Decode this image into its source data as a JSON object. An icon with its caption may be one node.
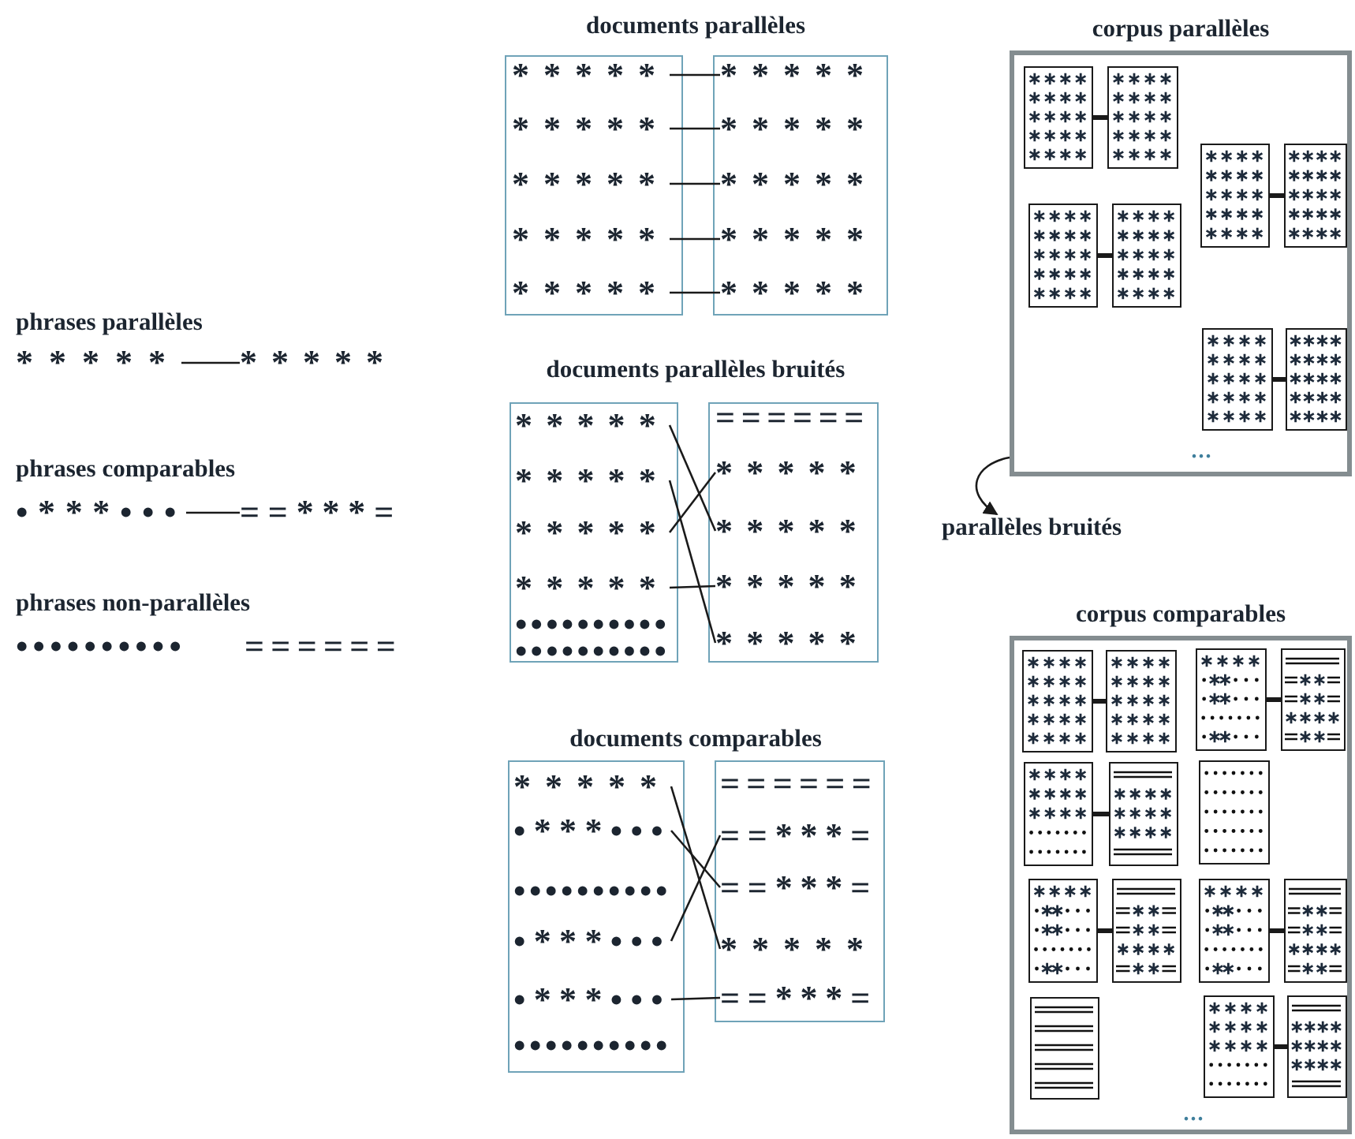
{
  "diagram": {
    "nodes": [
      {
        "text": [
          "*****"
        ]
      },
      {
        "text": [
          "*****"
        ]
      },
      {
        "text": [
          "•***•••"
        ]
      },
      {
        "text": [
          "==***="
        ]
      },
      {
        "text": [
          "••••••••••"
        ]
      },
      {
        "text": [
          "======"
        ]
      },
      {
        "text": [],
        "shape": "box"
      },
      {
        "text": [
          "*****"
        ],
        "in": 6
      },
      {
        "text": [
          "*****"
        ],
        "in": 6
      },
      {
        "text": [
          "*****"
        ],
        "in": 6
      },
      {
        "text": [
          "*****"
        ],
        "in": 6
      },
      {
        "text": [
          "*****"
        ],
        "in": 6
      },
      {
        "text": [],
        "shape": "box"
      },
      {
        "text": [
          "*****"
        ],
        "in": 12
      },
      {
        "text": [
          "*****"
        ],
        "in": 12
      },
      {
        "text": [
          "*****"
        ],
        "in": 12
      },
      {
        "text": [
          "*****"
        ],
        "in": 12
      },
      {
        "text": [
          "*****"
        ],
        "in": 12
      },
      {
        "text": [],
        "shape": "box"
      },
      {
        "text": [
          "*****"
        ],
        "in": 18
      },
      {
        "text": [
          "*****"
        ],
        "in": 18
      },
      {
        "text": [
          "*****"
        ],
        "in": 18
      },
      {
        "text": [
          "*****"
        ],
        "in": 18
      },
      {
        "text": [
          "••••••••••"
        ],
        "in": 18
      },
      {
        "text": [
          "••••••••••"
        ],
        "in": 18
      },
      {
        "text": [],
        "shape": "box"
      },
      {
        "text": [
          "======"
        ],
        "in": 25
      },
      {
        "text": [
          "*****"
        ],
        "in": 25
      },
      {
        "text": [
          "*****"
        ],
        "in": 25
      },
      {
        "text": [
          "*****"
        ],
        "in": 25
      },
      {
        "text": [
          "*****"
        ],
        "in": 25
      },
      {
        "text": [],
        "shape": "box"
      },
      {
        "text": [
          "*****"
        ],
        "in": 31
      },
      {
        "text": [
          "•***•••"
        ],
        "in": 31
      },
      {
        "text": [
          "••••••••••"
        ],
        "in": 31
      },
      {
        "text": [
          "•***•••"
        ],
        "in": 31
      },
      {
        "text": [
          "•***•••"
        ],
        "in": 31
      },
      {
        "text": [
          "••••••••••"
        ],
        "in": 31
      },
      {
        "text": [],
        "shape": "box"
      },
      {
        "text": [
          "======"
        ],
        "in": 38
      },
      {
        "text": [
          "==***="
        ],
        "in": 38
      },
      {
        "text": [
          "==***="
        ],
        "in": 38
      },
      {
        "text": [
          "*****"
        ],
        "in": 38
      },
      {
        "text": [
          "==***="
        ],
        "in": 38
      },
      {
        "text": [
          "corpus parallèles"
        ]
      },
      {
        "text": [],
        "shape": "box",
        "in": 44
      },
      {
        "text": [],
        "shape": "box",
        "in": 44
      },
      {
        "text": [],
        "shape": "box",
        "in": 44
      },
      {
        "text": [],
        "shape": "box",
        "in": 44
      },
      {
        "text": [],
        "shape": "box",
        "in": 44
      },
      {
        "text": [],
        "shape": "box",
        "in": 44
      },
      {
        "text": [],
        "shape": "box",
        "in": 44
      },
      {
        "text": [],
        "shape": "box",
        "in": 44
      },
      {
        "text": [
          "parallèles bruités"
        ]
      },
      {
        "text": [
          "corpus comparables"
        ]
      },
      {
        "text": [],
        "shape": "box",
        "in": 54
      },
      {
        "text": [],
        "shape": "box",
        "in": 54
      },
      {
        "text": [],
        "shape": "box",
        "in": 54
      },
      {
        "text": [],
        "shape": "box",
        "in": 54
      },
      {
        "text": [],
        "shape": "box",
        "in": 54
      },
      {
        "text": [],
        "shape": "box",
        "in": 54
      },
      {
        "text": [],
        "shape": "box",
        "in": 54
      },
      {
        "text": [],
        "shape": "box",
        "in": 54
      },
      {
        "text": [],
        "shape": "box",
        "in": 54
      },
      {
        "text": [],
        "shape": "box",
        "in": 54
      },
      {
        "text": [],
        "shape": "box",
        "in": 54
      },
      {
        "text": [],
        "shape": "box",
        "in": 54
      },
      {
        "text": [],
        "shape": "box",
        "in": 54
      },
      {
        "text": [],
        "shape": "box",
        "in": 54
      }
    ],
    "edges": [
      {
        "from": 0,
        "to": 1,
        "arrow": "none"
      },
      {
        "from": 2,
        "to": 3,
        "arrow": "none"
      },
      {
        "from": 7,
        "to": 13,
        "arrow": "none"
      },
      {
        "from": 8,
        "to": 14,
        "arrow": "none"
      },
      {
        "from": 9,
        "to": 15,
        "arrow": "none"
      },
      {
        "from": 10,
        "to": 16,
        "arrow": "none"
      },
      {
        "from": 11,
        "to": 17,
        "arrow": "none"
      },
      {
        "from": 19,
        "to": 28,
        "arrow": "none"
      },
      {
        "from": 20,
        "to": 30,
        "arrow": "none"
      },
      {
        "from": 21,
        "to": 27,
        "arrow": "none"
      },
      {
        "from": 22,
        "to": 29,
        "arrow": "none"
      },
      {
        "from": 32,
        "to": 42,
        "arrow": "none"
      },
      {
        "from": 33,
        "to": 41,
        "arrow": "none"
      },
      {
        "from": 35,
        "to": 40,
        "arrow": "none"
      },
      {
        "from": 36,
        "to": 43,
        "arrow": "none"
      },
      {
        "from": 45,
        "to": 46,
        "arrow": "none",
        "style": "thick"
      },
      {
        "from": 47,
        "to": 48,
        "arrow": "none",
        "style": "thick"
      },
      {
        "from": 49,
        "to": 50,
        "arrow": "none",
        "style": "thick"
      },
      {
        "from": 51,
        "to": 52,
        "arrow": "none",
        "style": "thick"
      },
      {
        "from": 44,
        "to": 53,
        "arrow": "to"
      },
      {
        "from": 55,
        "to": 56,
        "arrow": "none",
        "style": "thick"
      },
      {
        "from": 57,
        "to": 58,
        "arrow": "none",
        "style": "thick"
      },
      {
        "from": 59,
        "to": 60,
        "arrow": "none",
        "style": "thick"
      },
      {
        "from": 62,
        "to": 63,
        "arrow": "none",
        "style": "thick"
      },
      {
        "from": 64,
        "to": 65,
        "arrow": "none",
        "style": "thick"
      },
      {
        "from": 67,
        "to": 68,
        "arrow": "none",
        "style": "thick"
      }
    ],
    "labels": [
      "documents parallèles",
      "phrases parallèles",
      "documents parallèles bruités",
      "phrases comparables",
      "...",
      "phrases non-parallèles",
      "documents comparables",
      "..."
    ]
  }
}
